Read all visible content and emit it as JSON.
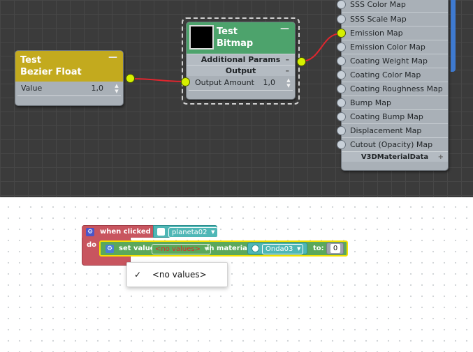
{
  "node_editor": {
    "bezier_node": {
      "title_line1": "Test",
      "title_line2": "Bezier Float",
      "collapse": "—",
      "value_label": "Value",
      "value": "1,0"
    },
    "bitmap_node": {
      "title_line1": "Test",
      "title_line2": "Bitmap",
      "collapse": "—",
      "additional_params": "Additional Params",
      "output_section": "Output",
      "output_label": "Output Amount",
      "output_value": "1,0"
    },
    "material_node": {
      "footer": "V3DMaterialData",
      "rows": [
        {
          "label": "SSS Color Map",
          "connected": false
        },
        {
          "label": "SSS Scale Map",
          "connected": false
        },
        {
          "label": "Emission Map",
          "connected": true
        },
        {
          "label": "Emission Color Map",
          "connected": false
        },
        {
          "label": "Coating Weight Map",
          "connected": false
        },
        {
          "label": "Coating Color Map",
          "connected": false
        },
        {
          "label": "Coating Roughness Map",
          "connected": false
        },
        {
          "label": "Bump Map",
          "connected": false
        },
        {
          "label": "Coating Bump Map",
          "connected": false
        },
        {
          "label": "Displacement Map",
          "connected": false
        },
        {
          "label": "Cutout (Opacity) Map",
          "connected": false
        }
      ]
    },
    "colors": {
      "bezier_header": "#c3aa1e",
      "bitmap_header": "#4da36c",
      "wire": "#e0262e",
      "socket_active": "#d6f000"
    }
  },
  "puzzle_editor": {
    "event_block": {
      "when_clicked": "when clicked",
      "object": "planeta02",
      "do": "do"
    },
    "set_block": {
      "set_value": "set value",
      "value_dropdown": "<no values>",
      "in_material": "in material",
      "material": "Onda03",
      "to": "to:",
      "number": "0"
    },
    "dropdown_menu": {
      "check": "✓",
      "option": "<no values>"
    }
  }
}
